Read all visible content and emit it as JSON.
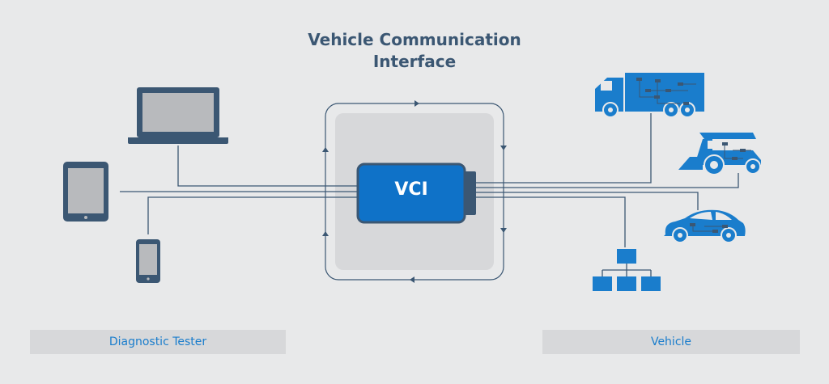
{
  "title_line1": "Vehicle Communication",
  "title_line2": "Interface",
  "vci_label": "VCI",
  "left_label": "Diagnostic Tester",
  "right_label": "Vehicle",
  "colors": {
    "background": "#e8e9ea",
    "device_dark": "#3b5773",
    "accent_blue": "#1a7dcc",
    "vci_body": "#0f72c8",
    "panel": "#d7d8da",
    "line": "#3b5773"
  },
  "icons": [
    "laptop-icon",
    "tablet-icon",
    "smartphone-icon",
    "truck-icon",
    "combine-harvester-icon",
    "car-icon",
    "network-hierarchy-icon"
  ]
}
